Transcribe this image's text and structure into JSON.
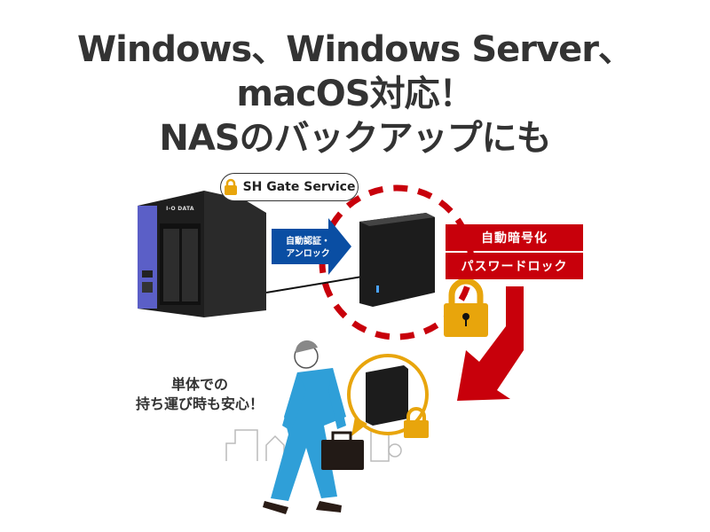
{
  "title": {
    "line1": "Windows、Windows Server、",
    "line2": "macOS対応！",
    "line3": "NASのバックアップにも"
  },
  "badge": {
    "label": "SH Gate Service",
    "icon": "lock-icon"
  },
  "nas": {
    "brand": "I-O DATA"
  },
  "arrow": {
    "line1": "自動認証・",
    "line2": "アンロック"
  },
  "features": [
    "自動暗号化",
    "パスワードロック"
  ],
  "portable": {
    "line1": "単体での",
    "line2": "持ち運び時も安心！"
  },
  "colors": {
    "red": "#c8000b",
    "blue": "#0a4ea3",
    "gold": "#e8a50c",
    "suit": "#2f9fd8",
    "text": "#333333"
  }
}
